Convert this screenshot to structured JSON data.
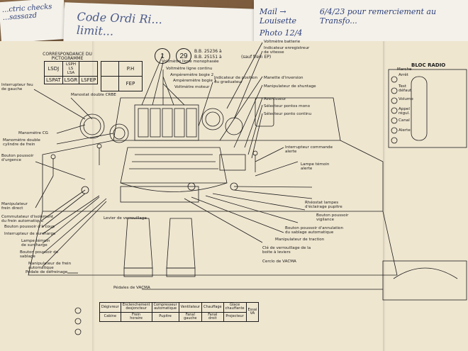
{
  "notes": {
    "note_a": "...ctric checks\n...sassazd",
    "note_b": "Code Ordi Ri...\nlimit...",
    "note_c_left": "Mail → Louisette",
    "note_c_right": "6/4/23 pour remerciement au Transfo...",
    "note_c_sub": "Photo 12/4"
  },
  "header": {
    "circle_1": "1",
    "circle_2": "29",
    "bb_line1": "B.B. 25236 à",
    "bb_line2": "B.B. 25151 à",
    "bb_note": "(sauf frein EP)",
    "pictogram_title": "CORRESPONDANCE DU\nPICTOGRAMME"
  },
  "pictogram": {
    "row1": [
      "LSDJ",
      "LSPH\nLS\nLSA"
    ],
    "row2": [
      "LSPAT",
      "LSGR",
      "LSFEP"
    ],
    "right_top": [
      "",
      "P.H"
    ],
    "right_bottom": [
      "",
      "FEP"
    ]
  },
  "bloc_radio": {
    "title": "BLOC RADIO",
    "labels": [
      "Marche",
      "Arrêt",
      "Test\ndéfaut",
      "Volume",
      "Appel\nrégul.",
      "Canal",
      "Alerte"
    ]
  },
  "callouts_left": [
    "Interrupteur feu\nde gauche",
    "Manostat double CRBE",
    "Manomètre CG",
    "Manomètre double\ncylindre de frein",
    "Bouton poussoir\nd'urgence",
    "Manipulateur\nfrein direct",
    "Commutateur d'isolement\ndu frein automatique",
    "Bouton poussoir d'à coup",
    "Interrupteur de surcharge",
    "Lampe témoin\nde surcharge",
    "Bouton poussoir de\nsablage",
    "Manipulateur de frein\nautomatique",
    "Pédale de défreinage"
  ],
  "callouts_top": [
    "Voltmètre batterie",
    "Indicateur enregistreur\nde vitesse",
    "Voltmètre ligne monophasée",
    "Voltmètre ligne continu",
    "Ampèremètre bogie 2",
    "Ampèremètre bogie 1",
    "Voltmètre moteur",
    "Indicateur de position\ndu graduateur",
    "Manette d'inversion",
    "Manipulateur de shuntage",
    "Avertisseur",
    "Sélecteur pontos mono",
    "Sélecteur ponto continu"
  ],
  "callouts_right": [
    "Interrupteur commande\nalerte",
    "Lampe témoin\nalerte",
    "Rhéostat lampes\nd'éclairage pupitre",
    "Bouton poussoir\nvigilance",
    "Bouton poussoir d'annulation\ndu sablage automatique",
    "Manipulateur de traction",
    "Clé de verrouillage de la\nboite à leviers",
    "Cerclo de VACMA"
  ],
  "callouts_bottom": [
    "Levier de verrouillage",
    "Pédales de VACMA"
  ],
  "legend_table": {
    "row1": [
      "Dégivreur",
      "Enclenchement\ndesjoncteur",
      "Compresseur\nautomatique",
      "Ventilateur",
      "Chauffage",
      "Glace\nchauffante",
      "Essai\nVA"
    ],
    "row2": [
      "Cabine",
      "Frein\nhoraire",
      "Pupitre",
      "Fanal\ngauche",
      "Fanal\ndroit",
      "Projecteur"
    ]
  },
  "colors": {
    "paper": "#efe6d0",
    "ink": "#1c1c1c",
    "desk": "#7a5a3c",
    "note_ink": "#2c3f7a"
  }
}
